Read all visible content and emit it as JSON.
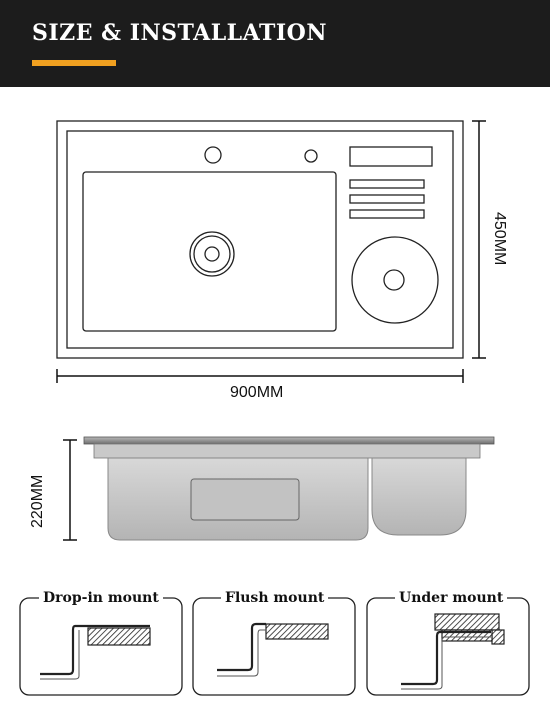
{
  "header": {
    "title": "SIZE & INSTALLATION",
    "accent_color": "#f0a020",
    "background_color": "#1c1c1c"
  },
  "dimensions": {
    "width": "900MM",
    "height": "450MM",
    "depth": "220MM"
  },
  "mounts": [
    {
      "label": "Drop-in mount"
    },
    {
      "label": "Flush mount"
    },
    {
      "label": "Under mount"
    }
  ]
}
